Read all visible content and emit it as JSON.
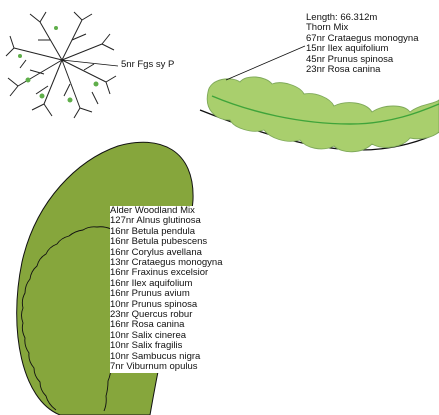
{
  "colors": {
    "woodland_fill": "#86a63c",
    "hedge_fill": "#a9cf6d",
    "hedge_centerline": "#3fa43a",
    "outline": "#111111"
  },
  "tree": {
    "label": "5nr Fgs sy P"
  },
  "thorn_hedge": {
    "title_lines": [
      "Length: 66.312m",
      "Thorn Mix",
      "67nr Crataegus monogyna",
      "15nr Ilex aquifolium",
      "45nr Prunus spinosa",
      "23nr Rosa canina"
    ]
  },
  "alder_woodland": {
    "lines": [
      "Alder Woodland Mix",
      "127nr Alnus glutinosa",
      "16nr Betula pendula",
      "16nr Betula pubescens",
      "16nr Corylus avellana",
      "13nr Crataegus monogyna",
      "16nr Fraxinus excelsior",
      "16nr Ilex aquifolium",
      "16nr Prunus avium",
      "10nr Prunus spinosa",
      "23nr Quercus robur",
      "16nr Rosa canina",
      "10nr Salix cinerea",
      "10nr Salix fragilis",
      "10nr Sambucus nigra",
      "7nr Viburnum opulus"
    ]
  }
}
